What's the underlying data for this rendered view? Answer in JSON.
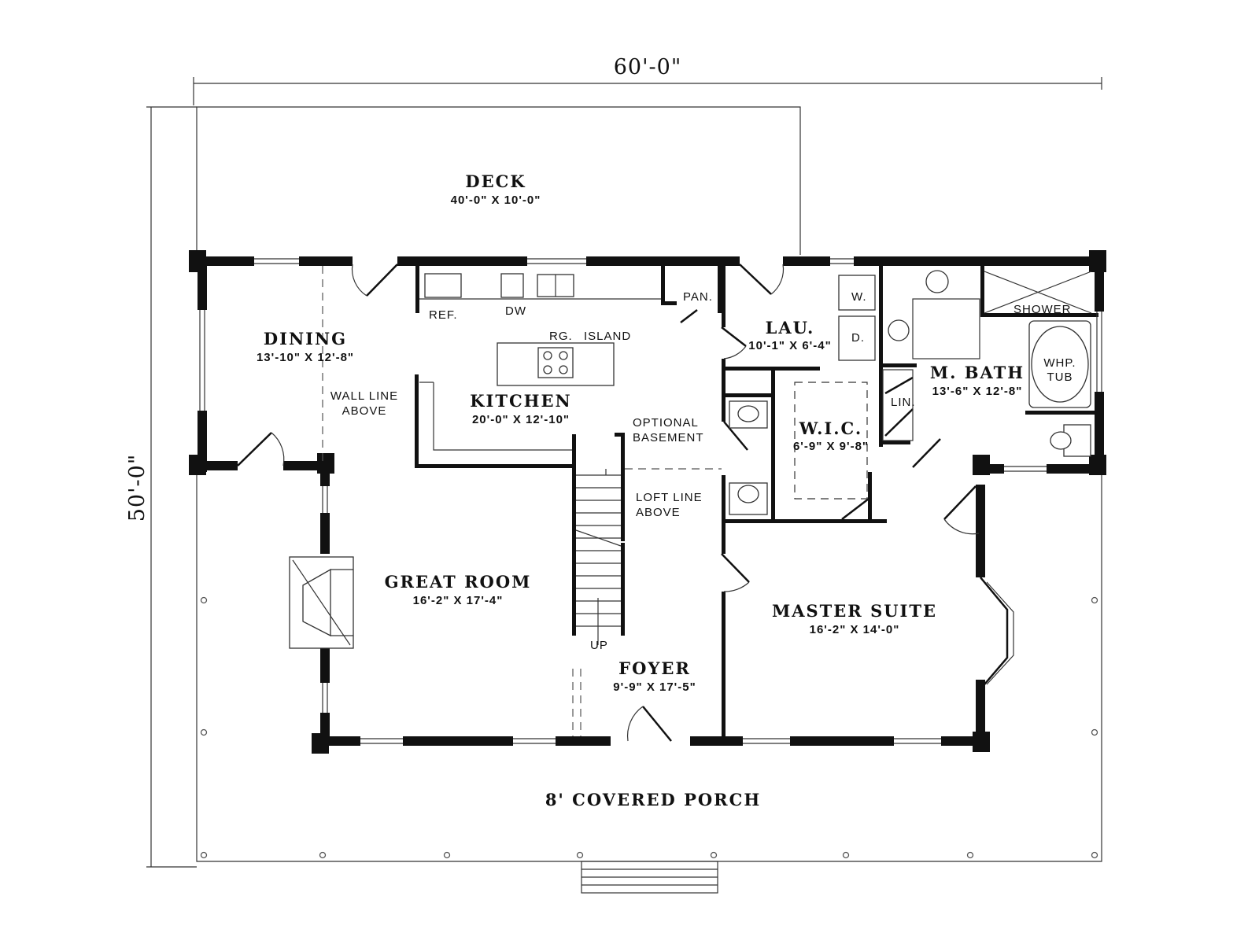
{
  "overall": {
    "width_label": "60'-0\"",
    "depth_label": "50'-0\""
  },
  "rooms": {
    "deck": {
      "name": "DECK",
      "size": "40'-0\" X 10'-0\""
    },
    "dining": {
      "name": "DINING",
      "size": "13'-10\" X 12'-8\""
    },
    "kitchen": {
      "name": "KITCHEN",
      "size": "20'-0\" X 12'-10\""
    },
    "laundry": {
      "name": "LAU.",
      "size": "10'-1\" X 6'-4\""
    },
    "master_bath": {
      "name": "M. BATH",
      "size": "13'-6\" X 12'-8\""
    },
    "wic": {
      "name": "W.I.C.",
      "size": "6'-9\" X 9'-8\""
    },
    "great_room": {
      "name": "GREAT ROOM",
      "size": "16'-2\" X 17'-4\""
    },
    "master_suite": {
      "name": "MASTER SUITE",
      "size": "16'-2\" X 14'-0\""
    },
    "foyer": {
      "name": "FOYER",
      "size": "9'-9\" X 17'-5\""
    },
    "porch": {
      "name": "8' COVERED PORCH"
    }
  },
  "notes": {
    "ref": "REF.",
    "dw": "DW",
    "pan": "PAN.",
    "rg": "RG.",
    "island": "ISLAND",
    "washer": "W.",
    "dryer": "D.",
    "shower": "SHOWER",
    "whp_tub_1": "WHP.",
    "whp_tub_2": "TUB",
    "lin": "LIN.",
    "wall_line_1": "WALL LINE",
    "wall_line_2": "ABOVE",
    "optional_1": "OPTIONAL",
    "optional_2": "BASEMENT",
    "loft_line_1": "LOFT LINE",
    "loft_line_2": "ABOVE",
    "up": "UP"
  }
}
